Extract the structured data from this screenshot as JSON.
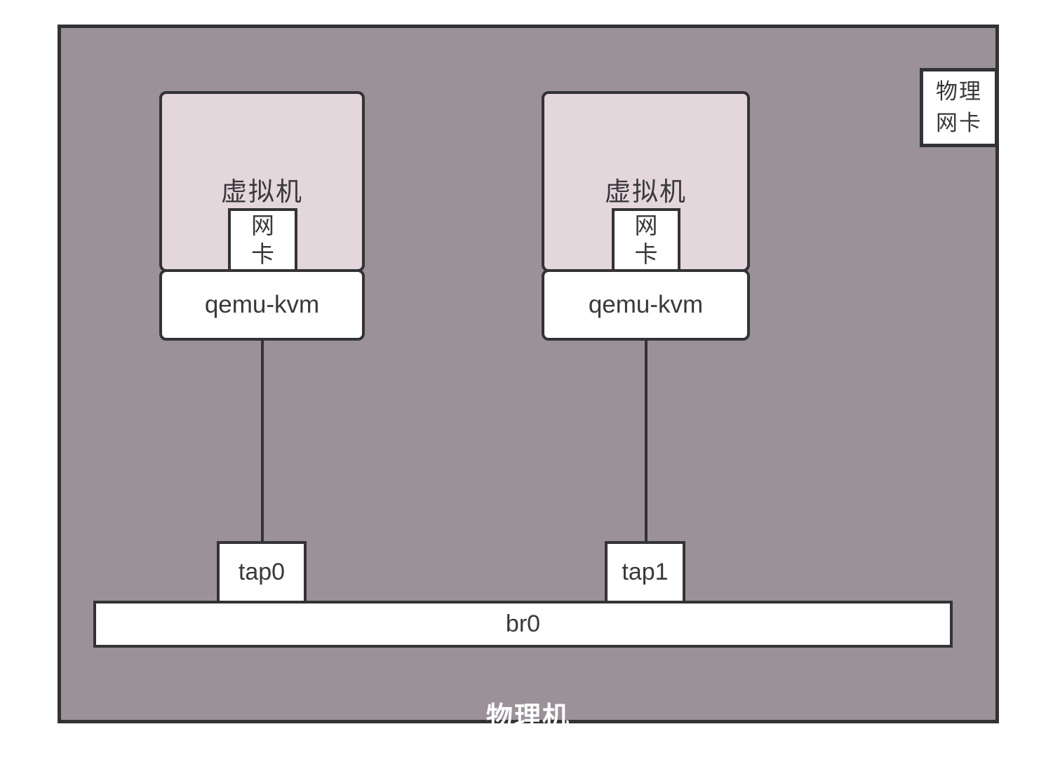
{
  "diagram": {
    "host": {
      "label": "物理机"
    },
    "bridge": {
      "label": "br0"
    },
    "physical_nic": {
      "line1": "物理",
      "line2": "网卡"
    },
    "vms": [
      {
        "label": "虚拟机",
        "nic_line1": "网",
        "nic_line2": "卡",
        "hypervisor_label": "qemu-kvm",
        "tap_label": "tap0"
      },
      {
        "label": "虚拟机",
        "nic_line1": "网",
        "nic_line2": "卡",
        "hypervisor_label": "qemu-kvm",
        "tap_label": "tap1"
      }
    ],
    "colors": {
      "page_bg": "#ffffff",
      "host_fill": "#9b9198",
      "vm_fill": "#e4d7dc",
      "box_fill": "#ffffff",
      "border_color": "#333336",
      "text_color": "#39393c",
      "host_label_color": "#ffffff"
    }
  }
}
